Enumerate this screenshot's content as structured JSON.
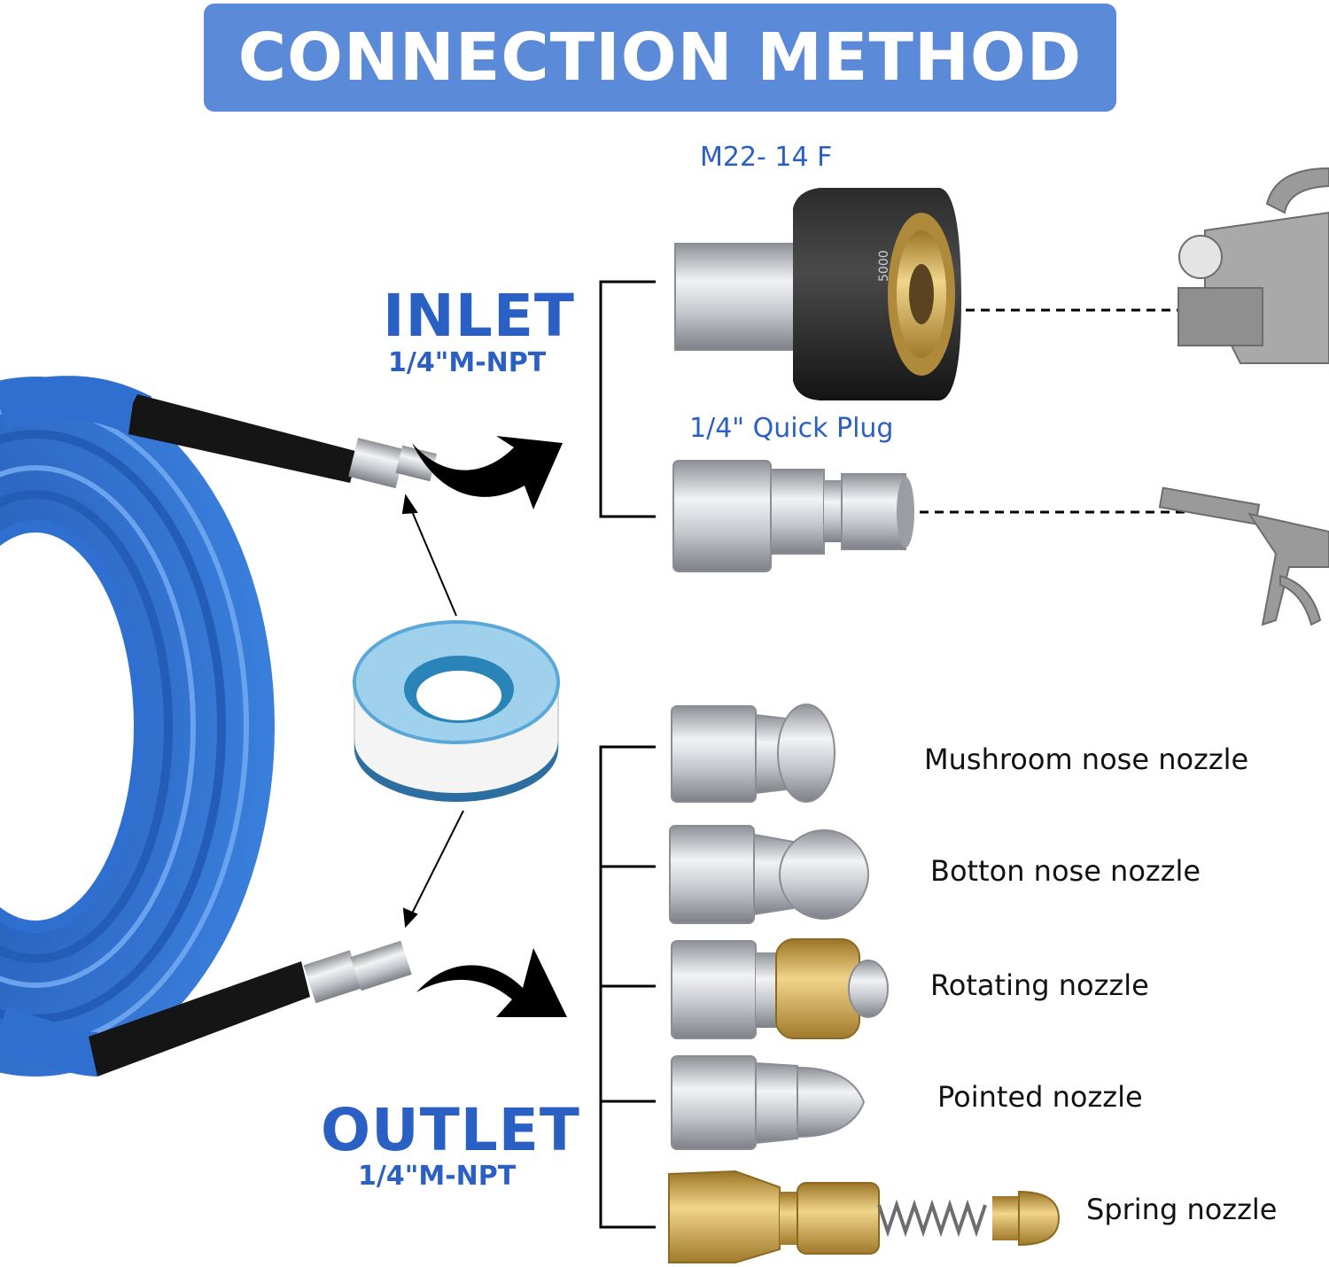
{
  "title": "CONNECTION METHOD",
  "inlet": {
    "heading": "INLET",
    "thread": "1/4\"M-NPT"
  },
  "outlet": {
    "heading": "OUTLET",
    "thread": "1/4\"M-NPT"
  },
  "inlet_fittings": [
    {
      "label": "M22- 14 F"
    },
    {
      "label": "1/4\" Quick Plug"
    }
  ],
  "nozzles": [
    {
      "label": "Mushroom nose nozzle"
    },
    {
      "label": "Botton nose nozzle"
    },
    {
      "label": "Rotating nozzle"
    },
    {
      "label": "Pointed nozzle"
    },
    {
      "label": "Spring nozzle"
    }
  ],
  "colors": {
    "banner": "#5b8ad8",
    "heading_blue": "#2a5fc4",
    "hose_blue": "#2f6fd0",
    "steel": "#c9ccd1",
    "brass": "#c9a24a"
  }
}
